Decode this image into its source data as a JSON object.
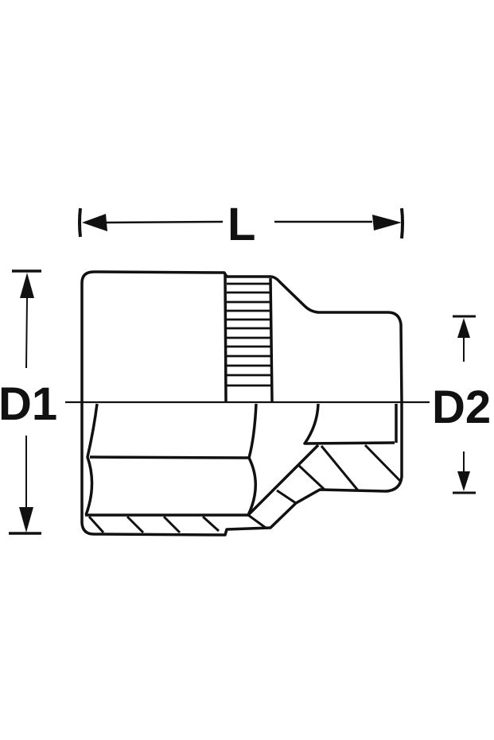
{
  "diagram": {
    "subject": "socket-wrench-technical-drawing",
    "background": "#ffffff",
    "line_color": "#111111",
    "labels": {
      "length": "L",
      "drive_diameter": "D1",
      "nose_diameter": "D2"
    }
  }
}
